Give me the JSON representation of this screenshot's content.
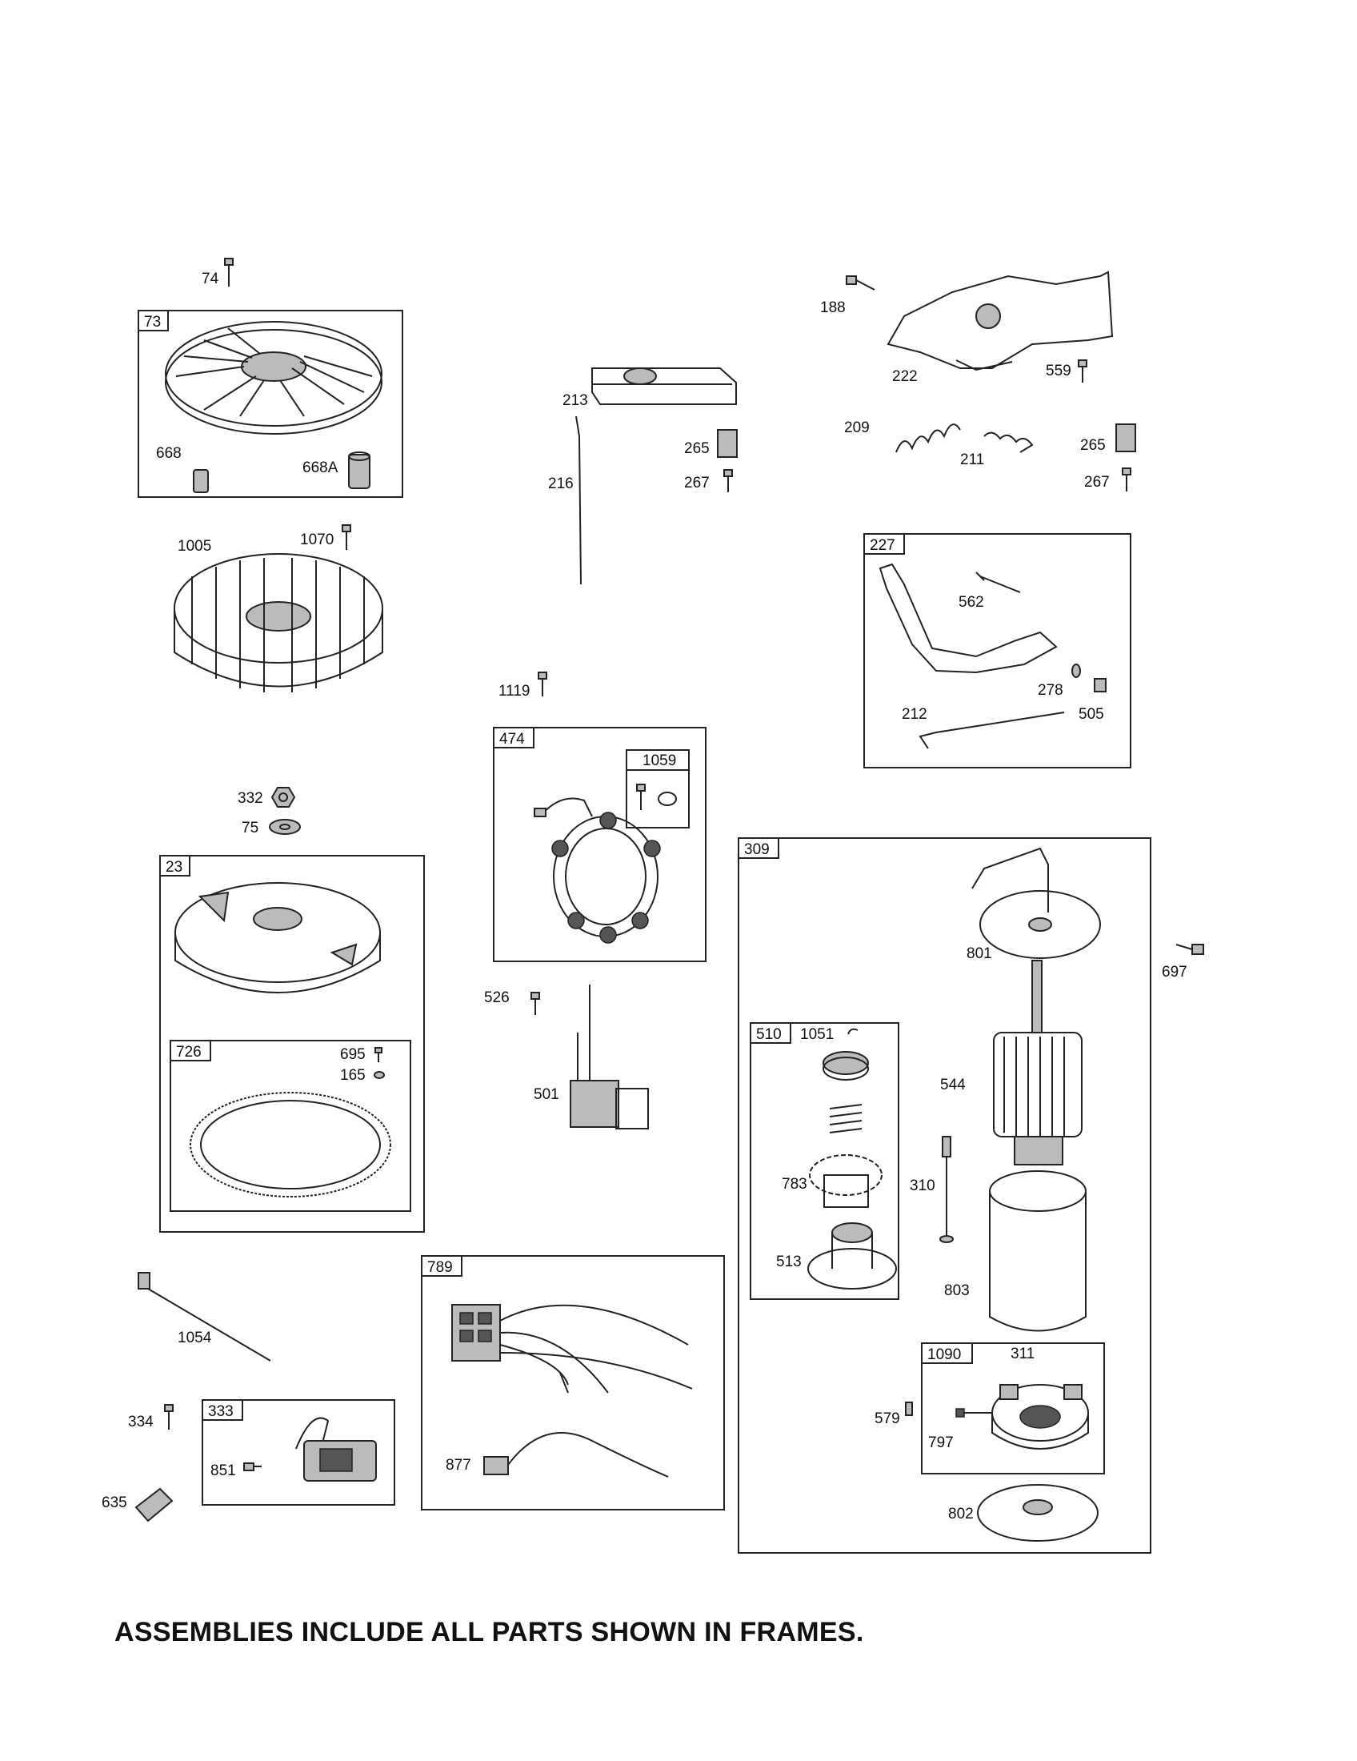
{
  "labels": {
    "l74": "74",
    "l73": "73",
    "l668": "668",
    "l668A": "668A",
    "l1005": "1005",
    "l1070": "1070",
    "l332": "332",
    "l75": "75",
    "l23": "23",
    "l726": "726",
    "l695": "695",
    "l165": "165",
    "l1054": "1054",
    "l334": "334",
    "l333": "333",
    "l851": "851",
    "l635": "635",
    "l213": "213",
    "l216": "216",
    "l265a": "265",
    "l267a": "267",
    "l1119": "1119",
    "l474": "474",
    "l1059": "1059",
    "l526": "526",
    "l501": "501",
    "l789": "789",
    "l877": "877",
    "l188": "188",
    "l222": "222",
    "l559": "559",
    "l209": "209",
    "l211": "211",
    "l265b": "265",
    "l267b": "267",
    "l227": "227",
    "l562": "562",
    "l278": "278",
    "l212": "212",
    "l505": "505",
    "l309": "309",
    "l697": "697",
    "l801": "801",
    "l510": "510",
    "l1051": "1051",
    "l544": "544",
    "l783": "783",
    "l310": "310",
    "l513": "513",
    "l803": "803",
    "l1090": "1090",
    "l311": "311",
    "l579": "579",
    "l797": "797",
    "l802": "802"
  },
  "footer": "ASSEMBLIES INCLUDE ALL PARTS SHOWN IN FRAMES."
}
